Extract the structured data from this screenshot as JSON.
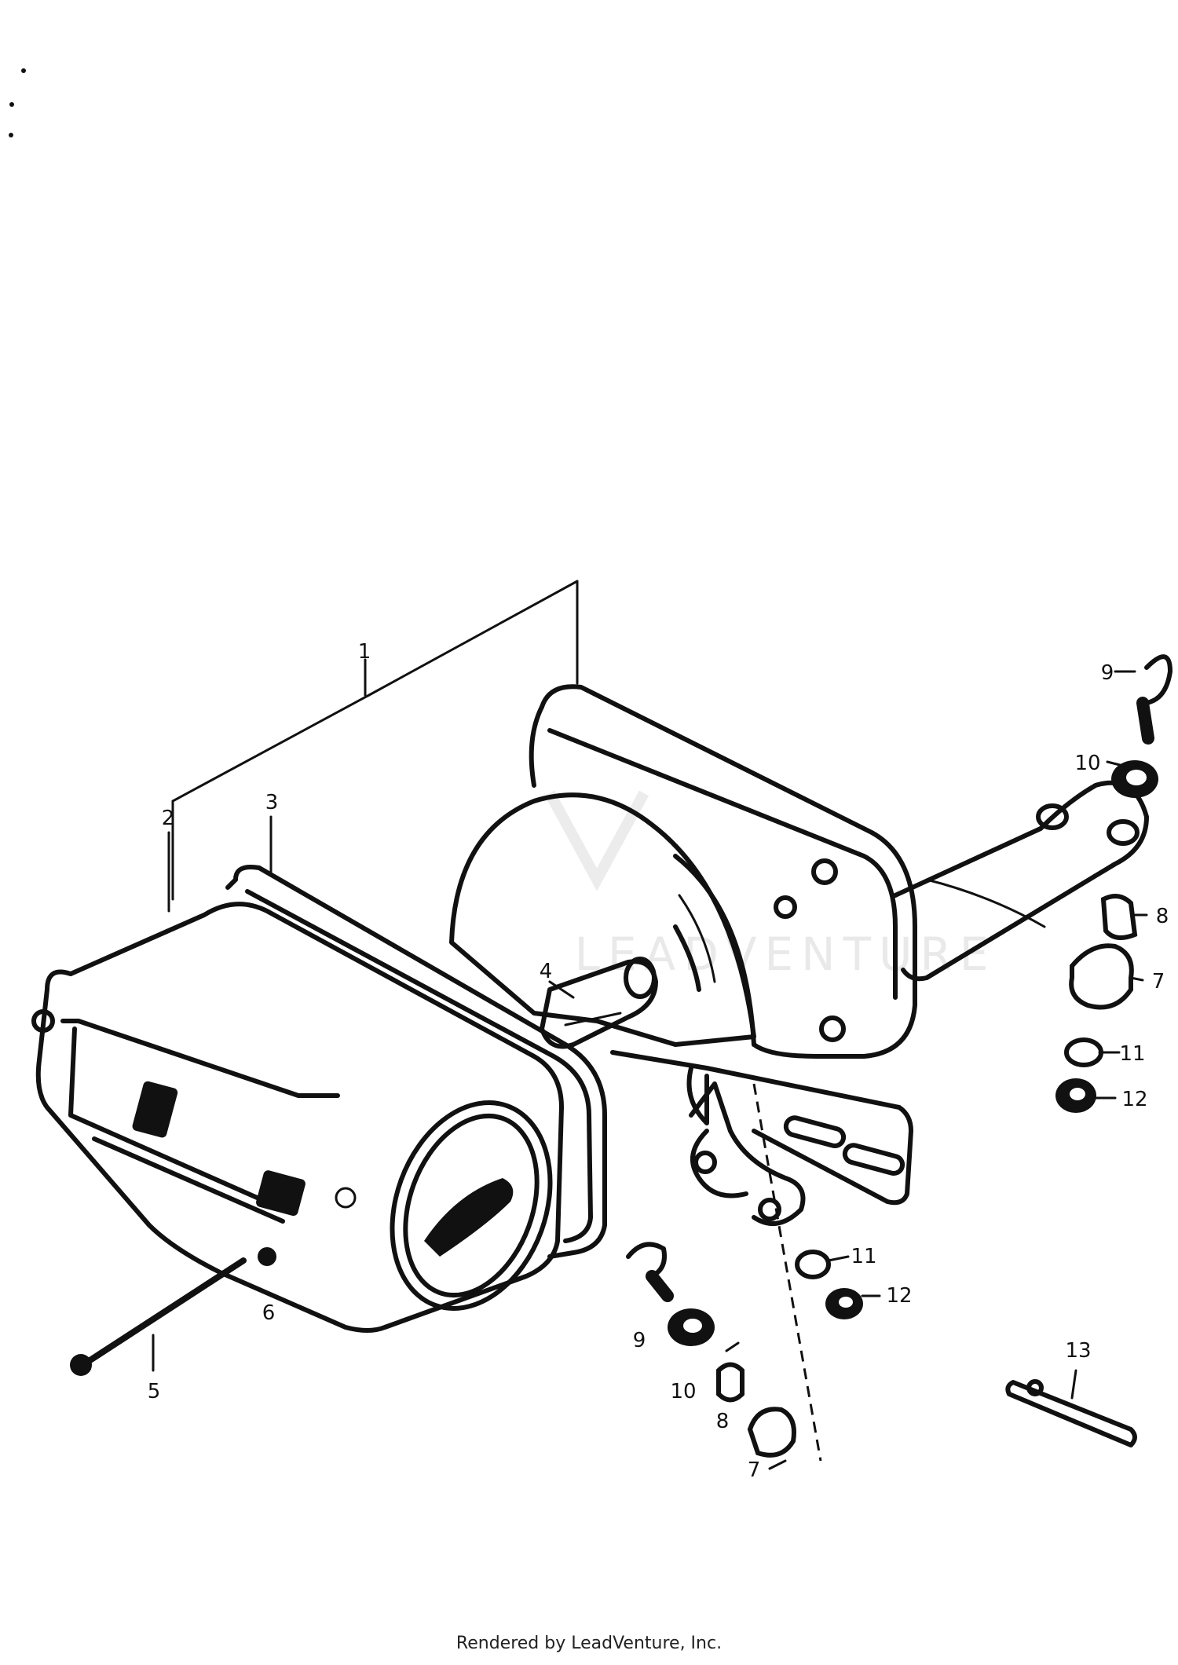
{
  "diagram": {
    "callouts": [
      {
        "id": "c1",
        "text": "1"
      },
      {
        "id": "c2",
        "text": "2"
      },
      {
        "id": "c3",
        "text": "3"
      },
      {
        "id": "c4",
        "text": "4"
      },
      {
        "id": "c5",
        "text": "5"
      },
      {
        "id": "c6",
        "text": "6"
      },
      {
        "id": "c7a",
        "text": "7"
      },
      {
        "id": "c7b",
        "text": "7"
      },
      {
        "id": "c8a",
        "text": "8"
      },
      {
        "id": "c8b",
        "text": "8"
      },
      {
        "id": "c9a",
        "text": "9"
      },
      {
        "id": "c9b",
        "text": "9"
      },
      {
        "id": "c10a",
        "text": "10"
      },
      {
        "id": "c10b",
        "text": "10"
      },
      {
        "id": "c11a",
        "text": "11"
      },
      {
        "id": "c11b",
        "text": "11"
      },
      {
        "id": "c12a",
        "text": "12"
      },
      {
        "id": "c12b",
        "text": "12"
      },
      {
        "id": "c13",
        "text": "13"
      }
    ],
    "watermark": "LEADVENTURE"
  },
  "footer": {
    "text": "Rendered by LeadVenture, Inc."
  }
}
